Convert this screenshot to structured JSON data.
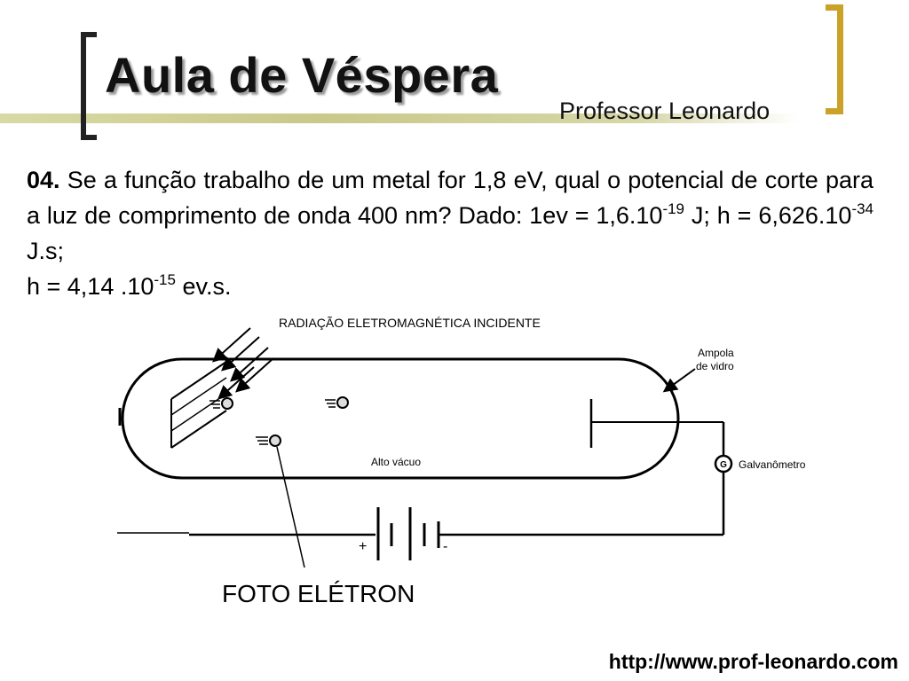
{
  "header": {
    "title": "Aula de Véspera",
    "subtitle": "Professor Leonardo"
  },
  "question": {
    "number": "04.",
    "line1": " Se a função trabalho de um metal for 1,8 eV, qual o potencial de corte para a luz de comprimento de onda 400 nm? Dado: 1ev = 1,6.10",
    "exp1": "-19",
    "mid1": " J;  h = 6,626.10",
    "exp2": "-34",
    "mid2": " J.s;",
    "line2_pre": "h = 4,14 .10",
    "exp3": "-15",
    "line2_post": " ev.s."
  },
  "diagram": {
    "top_label": "RADIAÇÃO ELETROMAGNÉTICA INCIDENTE",
    "bulb_label_1": "Ampola",
    "bulb_label_2": "de vidro",
    "vacuum_label": "Alto vácuo",
    "galvanometer_symbol": "G",
    "galvanometer_label": "Galvanômetro",
    "plus_sign": "+",
    "minus_sign": "-",
    "photoelectron_label": "FOTO ELÉTRON"
  },
  "footer": {
    "url": "http://www.prof-leonardo.com"
  }
}
